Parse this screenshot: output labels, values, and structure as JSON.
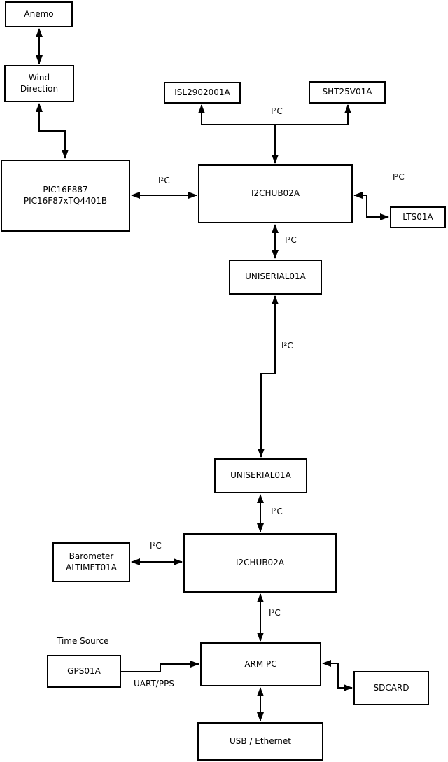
{
  "nodes": {
    "anemo": {
      "label": "Anemo"
    },
    "wind_direction": {
      "label": "Wind\nDirection"
    },
    "pic_controller": {
      "label": "PIC16F887\nPIC16F87xTQ4401B"
    },
    "isl_sensor": {
      "label": "ISL2902001A"
    },
    "sht_sensor": {
      "label": "SHT25V01A"
    },
    "i2c_hub_1": {
      "label": "I2CHUB02A"
    },
    "lts_sensor": {
      "label": "LTS01A"
    },
    "uniserial_1": {
      "label": "UNISERIAL01A"
    },
    "uniserial_2": {
      "label": "UNISERIAL01A"
    },
    "i2c_hub_2": {
      "label": "I2CHUB02A"
    },
    "barometer": {
      "label": "Barometer\nALTIMET01A"
    },
    "gps": {
      "label": "GPS01A"
    },
    "arm_pc": {
      "label": "ARM PC"
    },
    "sdcard": {
      "label": "SDCARD"
    },
    "usb_ethernet": {
      "label": "USB / Ethernet"
    }
  },
  "edge_labels": {
    "sensor_bus_i2c": "I²C",
    "pic_hub1_i2c": "I²C",
    "hub1_lts_i2c": "I²C",
    "hub1_uniserial1_i2c": "I²C",
    "uniserial_link_i2c": "I²C",
    "uniserial2_hub2_i2c": "I²C",
    "barometer_hub2_i2c": "I²C",
    "hub2_armpc_i2c": "I²C",
    "gps_armpc_uart": "UART/PPS",
    "time_source_caption": "Time Source"
  },
  "edges": [
    {
      "from": "anemo",
      "to": "wind_direction",
      "bidirectional": true,
      "label": ""
    },
    {
      "from": "wind_direction",
      "to": "pic_controller",
      "bidirectional": true,
      "label": ""
    },
    {
      "from": "pic_controller",
      "to": "i2c_hub_1",
      "bidirectional": true,
      "label": "I²C"
    },
    {
      "from": "i2c_hub_1",
      "to": "isl_sensor",
      "bidirectional": true,
      "label": "I²C"
    },
    {
      "from": "i2c_hub_1",
      "to": "sht_sensor",
      "bidirectional": true,
      "label": "I²C"
    },
    {
      "from": "i2c_hub_1",
      "to": "lts_sensor",
      "bidirectional": true,
      "label": "I²C"
    },
    {
      "from": "i2c_hub_1",
      "to": "uniserial_1",
      "bidirectional": true,
      "label": "I²C"
    },
    {
      "from": "uniserial_1",
      "to": "uniserial_2",
      "bidirectional": true,
      "label": "I²C"
    },
    {
      "from": "uniserial_2",
      "to": "i2c_hub_2",
      "bidirectional": true,
      "label": "I²C"
    },
    {
      "from": "barometer",
      "to": "i2c_hub_2",
      "bidirectional": true,
      "label": "I²C"
    },
    {
      "from": "i2c_hub_2",
      "to": "arm_pc",
      "bidirectional": true,
      "label": "I²C"
    },
    {
      "from": "gps",
      "to": "arm_pc",
      "bidirectional": false,
      "label": "UART/PPS"
    },
    {
      "from": "arm_pc",
      "to": "sdcard",
      "bidirectional": true,
      "label": ""
    },
    {
      "from": "arm_pc",
      "to": "usb_ethernet",
      "bidirectional": true,
      "label": ""
    }
  ],
  "colors": {
    "stroke": "#000000",
    "background": "#ffffff",
    "box_fill": "#ffffff"
  }
}
